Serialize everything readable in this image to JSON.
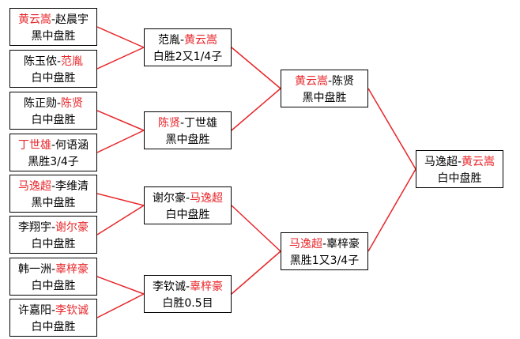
{
  "colors": {
    "winner": "#e8262a",
    "text": "#000000",
    "line": "#e8262a"
  },
  "round1": [
    {
      "p1": "黄云嵩",
      "p2": "赵晨宇",
      "winner": 1,
      "result": "黑中盘胜"
    },
    {
      "p1": "陈玉侬",
      "p2": "范胤",
      "winner": 2,
      "result": "白中盘胜"
    },
    {
      "p1": "陈正勋",
      "p2": "陈贤",
      "winner": 2,
      "result": "白中盘胜"
    },
    {
      "p1": "丁世雄",
      "p2": "何语涵",
      "winner": 1,
      "result": "黑胜3/4子"
    },
    {
      "p1": "马逸超",
      "p2": "李维清",
      "winner": 1,
      "result": "黑中盘胜"
    },
    {
      "p1": "李翔宇",
      "p2": "谢尔豪",
      "winner": 2,
      "result": "白中盘胜"
    },
    {
      "p1": "韩一洲",
      "p2": "辜梓豪",
      "winner": 2,
      "result": "白中盘胜"
    },
    {
      "p1": "许嘉阳",
      "p2": "李钦诚",
      "winner": 2,
      "result": "白中盘胜"
    }
  ],
  "round2": [
    {
      "p1": "范胤",
      "p2": "黄云嵩",
      "winner": 2,
      "result": "白胜2又1/4子"
    },
    {
      "p1": "陈贤",
      "p2": "丁世雄",
      "winner": 1,
      "result": "黑中盘胜"
    },
    {
      "p1": "谢尔豪",
      "p2": "马逸超",
      "winner": 2,
      "result": "白中盘胜"
    },
    {
      "p1": "李钦诚",
      "p2": "辜梓豪",
      "winner": 2,
      "result": "白胜0.5目"
    }
  ],
  "round3": [
    {
      "p1": "黄云嵩",
      "p2": "陈贤",
      "winner": 1,
      "result": "黑中盘胜"
    },
    {
      "p1": "马逸超",
      "p2": "辜梓豪",
      "winner": 1,
      "result": "黑胜1又3/4子"
    }
  ],
  "final": [
    {
      "p1": "马逸超",
      "p2": "黄云嵩",
      "winner": 2,
      "result": "白中盘胜"
    }
  ]
}
